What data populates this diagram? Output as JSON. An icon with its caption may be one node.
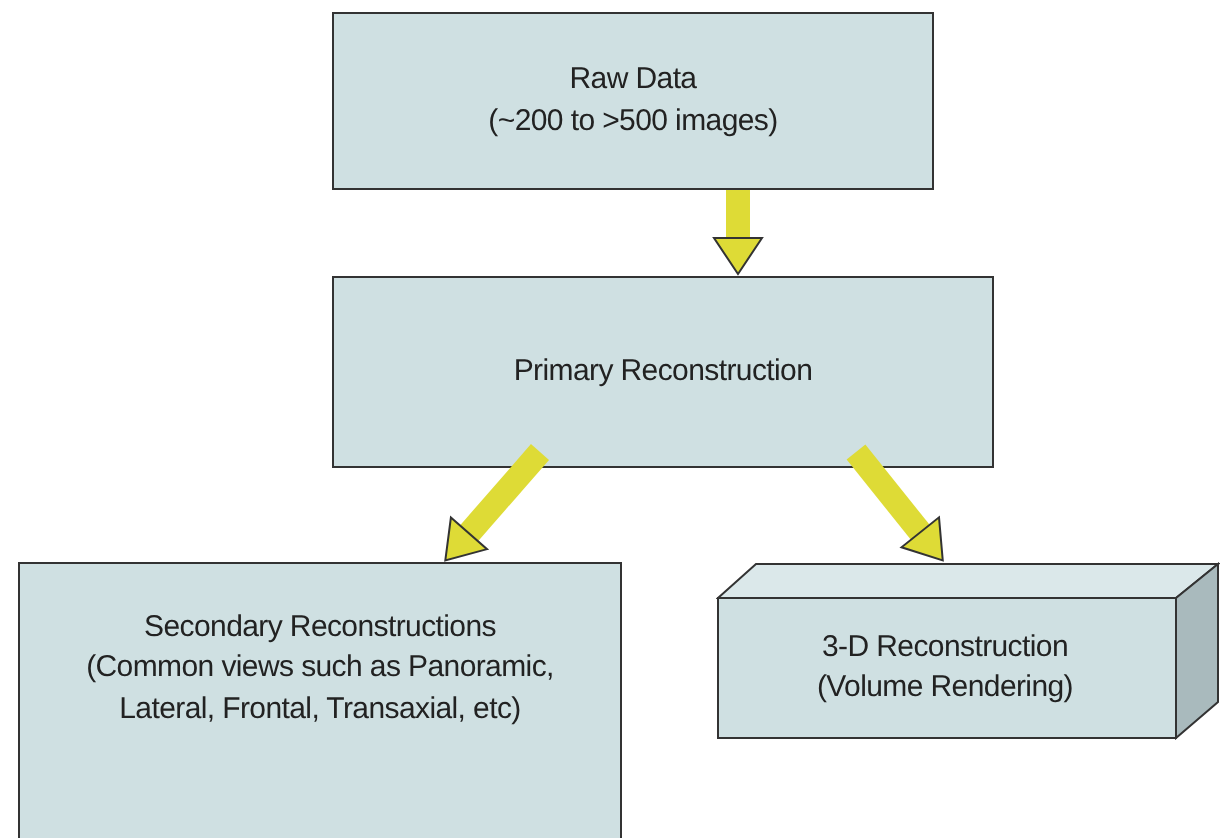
{
  "diagram": {
    "nodes": [
      {
        "text": [
          "Raw Data",
          "(~200 to >500 images)"
        ]
      },
      {
        "text": [
          "Primary Reconstruction"
        ]
      },
      {
        "text": [
          "Secondary Reconstructions",
          "(Common views such as Panoramic, Lateral, Frontal, Transaxial, etc)"
        ]
      },
      {
        "text": [
          "3-D Reconstruction",
          "(Volume Rendering)"
        ]
      }
    ],
    "edges": [
      {
        "from": 0,
        "to": 1,
        "arrow": "to"
      },
      {
        "from": 1,
        "to": 2,
        "arrow": "to"
      },
      {
        "from": 1,
        "to": 3,
        "arrow": "to"
      }
    ]
  }
}
